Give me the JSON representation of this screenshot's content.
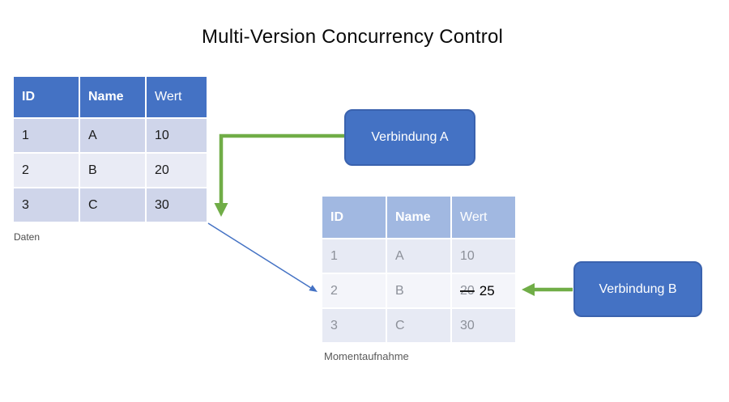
{
  "title": "Multi-Version Concurrency Control",
  "tables": {
    "daten": {
      "label": "Daten",
      "headers": [
        "ID",
        "Name",
        "Wert"
      ],
      "rows": [
        [
          "1",
          "A",
          "10"
        ],
        [
          "2",
          "B",
          "20"
        ],
        [
          "3",
          "C",
          "30"
        ]
      ]
    },
    "momentaufnahme": {
      "label": "Momentaufnahme",
      "headers": [
        "ID",
        "Name",
        "Wert"
      ],
      "rows": [
        [
          "1",
          "A",
          "10"
        ],
        [
          "2",
          "B",
          ""
        ],
        [
          "3",
          "C",
          "30"
        ]
      ],
      "changed": {
        "old": "20",
        "new": "25"
      }
    }
  },
  "connections": {
    "a": {
      "label": "Verbindung A"
    },
    "b": {
      "label": "Verbindung B"
    }
  },
  "colors": {
    "accent_blue": "#4472C4",
    "faded_header_blue": "#A1B8E1",
    "band_dark": "#CFD5EA",
    "band_light": "#E9EBF5",
    "arrow_green": "#70AD47",
    "arrow_blue": "#4472C4"
  }
}
